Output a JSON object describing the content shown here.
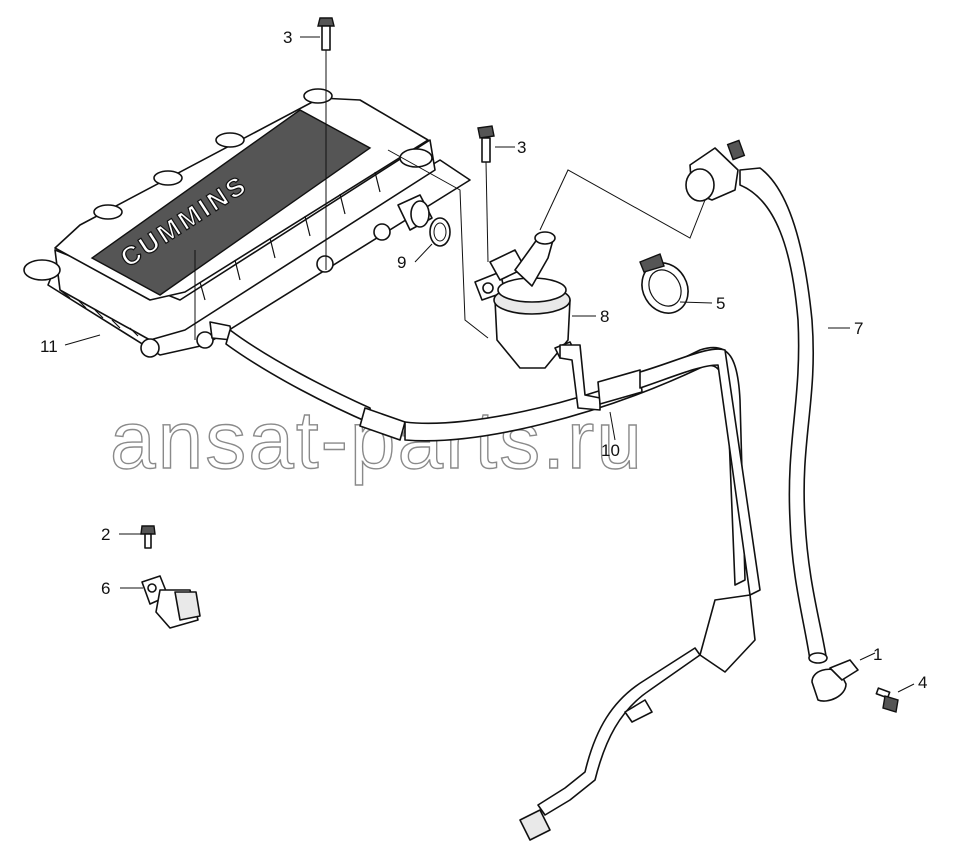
{
  "watermark": "ansat-parts.ru",
  "brand_text": "CUMMINS",
  "callouts": [
    {
      "id": "callout-1",
      "label": "1"
    },
    {
      "id": "callout-2",
      "label": "2"
    },
    {
      "id": "callout-3a",
      "label": "3"
    },
    {
      "id": "callout-3b",
      "label": "3"
    },
    {
      "id": "callout-4",
      "label": "4"
    },
    {
      "id": "callout-5",
      "label": "5"
    },
    {
      "id": "callout-6",
      "label": "6"
    },
    {
      "id": "callout-7",
      "label": "7"
    },
    {
      "id": "callout-8",
      "label": "8"
    },
    {
      "id": "callout-9",
      "label": "9"
    },
    {
      "id": "callout-10",
      "label": "10"
    },
    {
      "id": "callout-11",
      "label": "11"
    }
  ]
}
